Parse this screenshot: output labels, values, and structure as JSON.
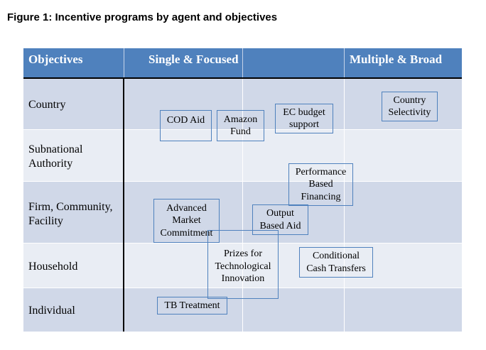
{
  "figure": {
    "title": "Figure 1: Incentive programs by agent and objectives"
  },
  "header": {
    "objectives": "Objectives",
    "single_focused": "Single & Focused",
    "multiple_broad": "Multiple & Broad"
  },
  "rows": [
    {
      "label": "Country"
    },
    {
      "label": "Subnational\nAuthority"
    },
    {
      "label": "Firm, Community,\nFacility"
    },
    {
      "label": "Household"
    },
    {
      "label": "Individual"
    }
  ],
  "programs": {
    "country_selectivity": "Country\nSelectivity",
    "cod_aid": "COD Aid",
    "amazon_fund": "Amazon\nFund",
    "ec_budget_support": "EC budget\nsupport",
    "performance_based_financing": "Performance\nBased\nFinancing",
    "advanced_market_commitment": "Advanced\nMarket\nCommitment",
    "output_based_aid": "Output\nBased Aid",
    "prizes_tech_innovation": "Prizes for\nTechnological\nInnovation",
    "conditional_cash_transfers": "Conditional\nCash Transfers",
    "tb_treatment": "TB Treatment"
  },
  "colors": {
    "header_bg": "#4f81bd",
    "row_dark": "#d0d8e8",
    "row_light": "#e9edf4",
    "box_border": "#4f81bd"
  }
}
